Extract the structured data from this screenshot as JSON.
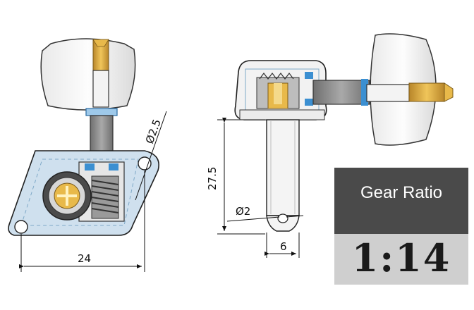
{
  "dimensions": {
    "hole_diameter_left": "Ø2.5",
    "width_left": "24",
    "height_right": "27.5",
    "shaft_hole_diameter": "Ø2",
    "shaft_width": "6"
  },
  "ratio_card": {
    "title": "Gear Ratio",
    "value": "1:14"
  },
  "colors": {
    "outline": "#1a1a1a",
    "plate_light_blue": "#cfe0ee",
    "washer_blue": "#3b8fd1",
    "shaft_gray": "#8a8a8a",
    "brass": "#d7a93a",
    "card_dark": "#4a4a4a",
    "card_light": "#cfcfcf"
  }
}
